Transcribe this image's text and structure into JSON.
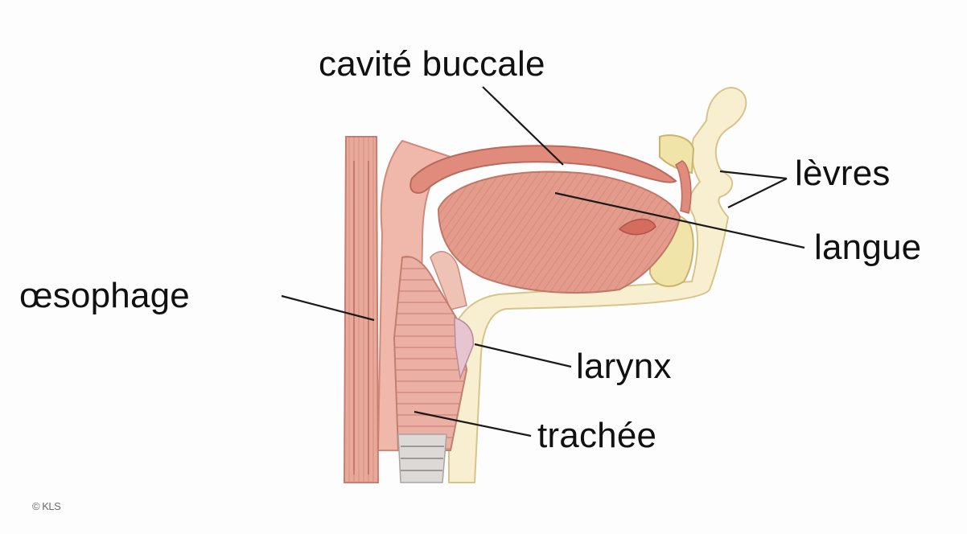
{
  "labels": {
    "cavite_buccale": "cavité buccale",
    "levres": "lèvres",
    "langue": "langue",
    "oesophage": "œsophage",
    "larynx": "larynx",
    "trachee": "trachée"
  },
  "copyright": "© KLS",
  "colors": {
    "tissue": "#e9a99a",
    "tissue_dark": "#c9786b",
    "tongue": "#e39b8c",
    "bone": "#f5edc4",
    "outline": "#c88a7c",
    "leader_line": "#1a1a1a"
  }
}
